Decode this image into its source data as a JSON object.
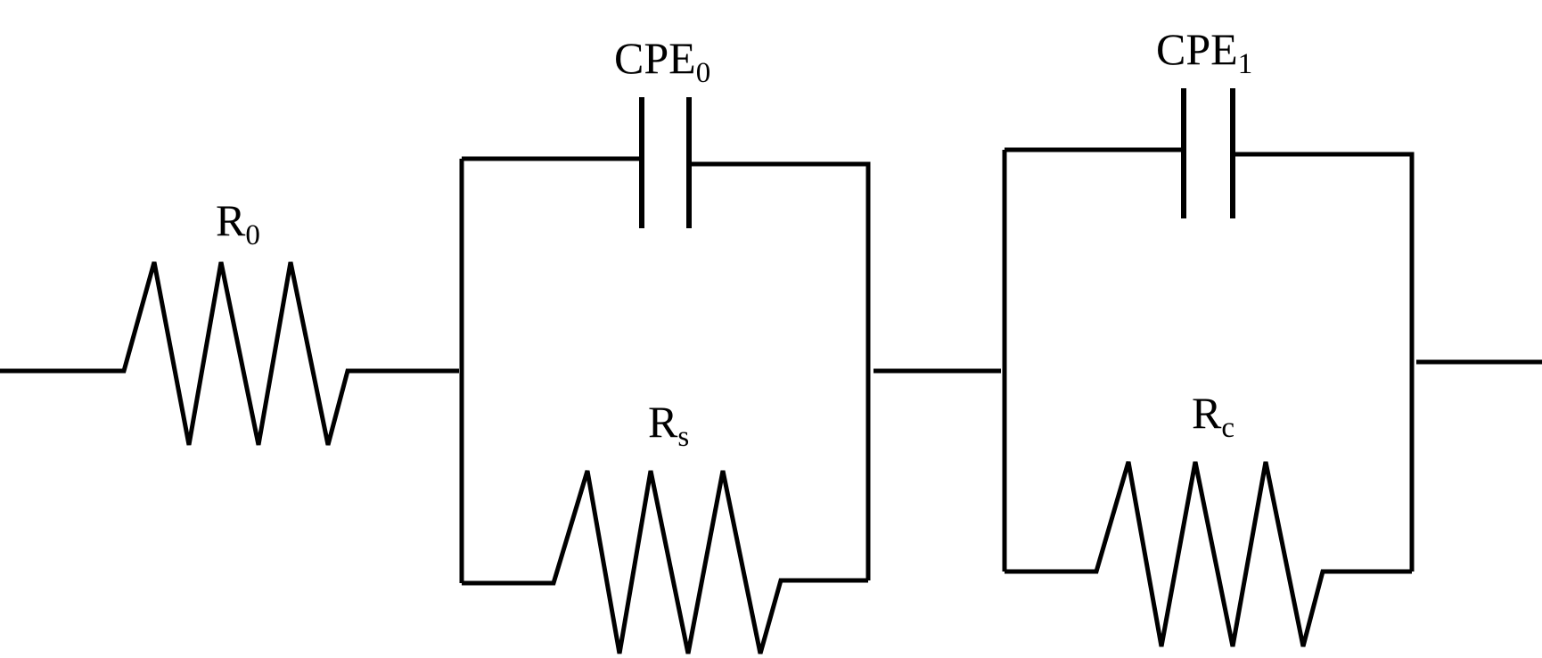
{
  "components": {
    "r0": {
      "symbol": "R",
      "subscript": "0"
    },
    "cpe0": {
      "symbol": "CPE",
      "subscript": "0"
    },
    "rs": {
      "symbol": "R",
      "subscript": "s"
    },
    "cpe1": {
      "symbol": "CPE",
      "subscript": "1"
    },
    "rc": {
      "symbol": "R",
      "subscript": "c"
    }
  },
  "colors": {
    "line": "#000000",
    "background": "#ffffff"
  }
}
